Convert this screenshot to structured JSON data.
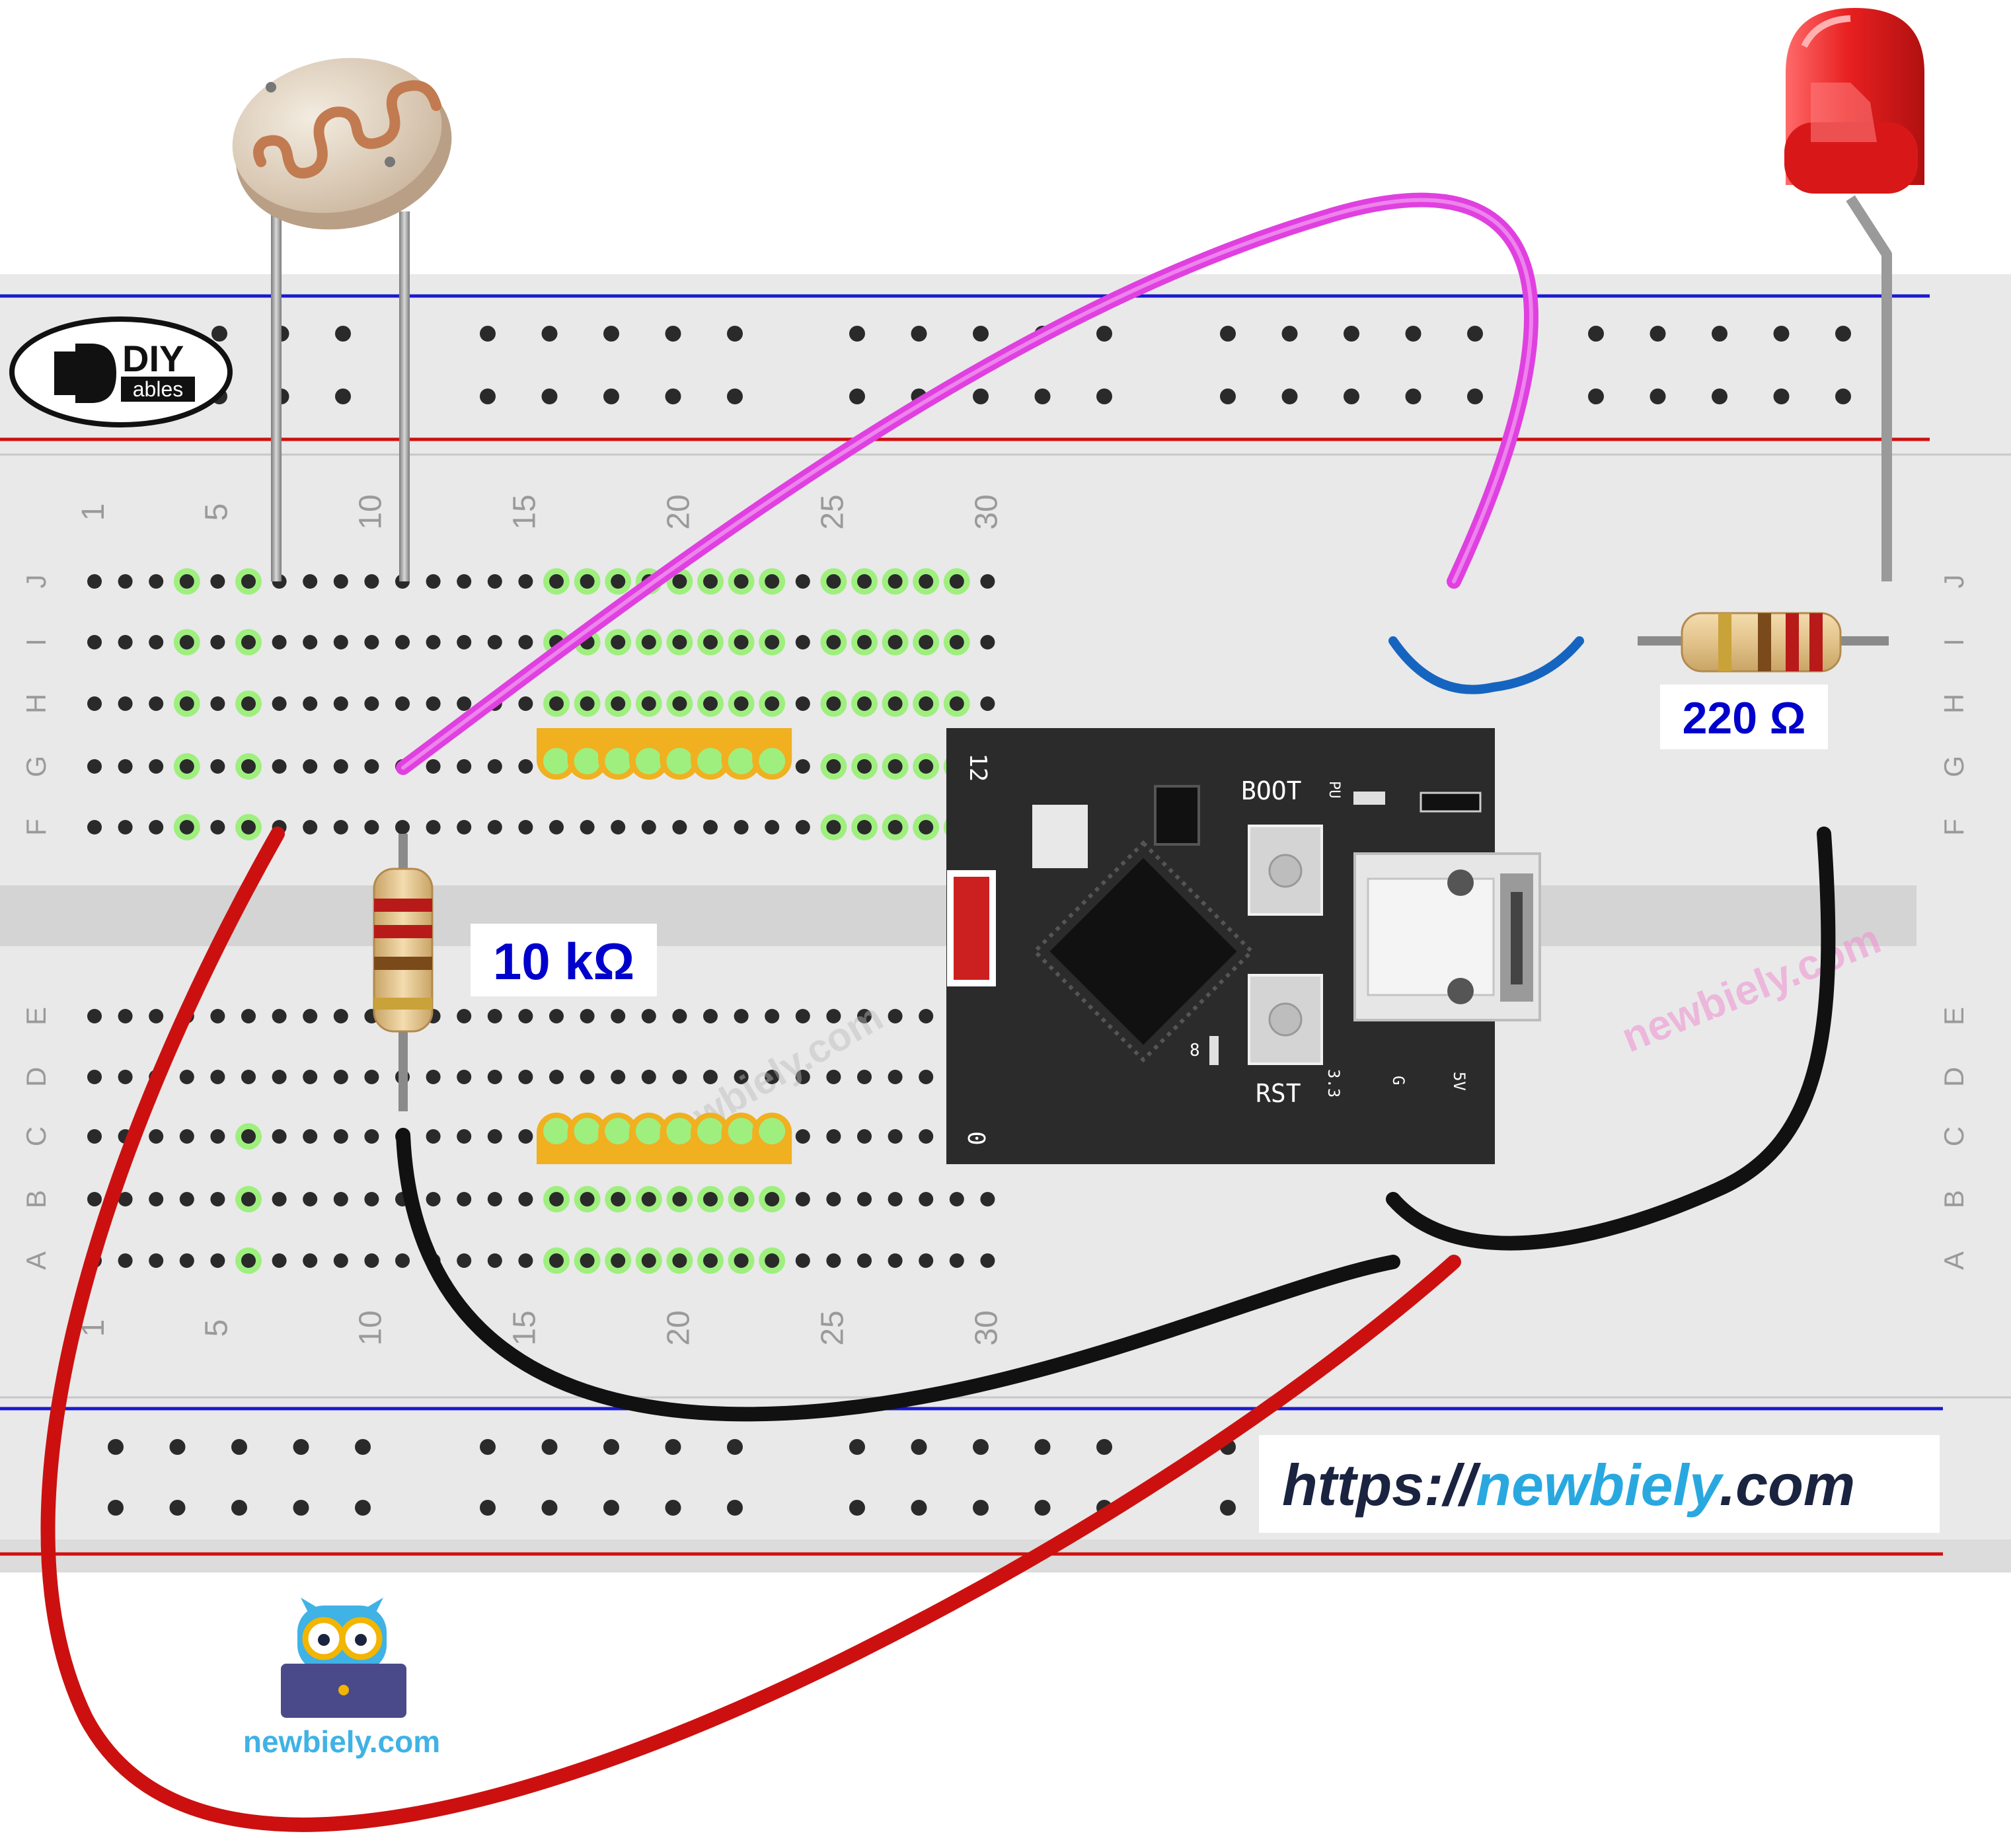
{
  "brand": {
    "diy_logo_text": "DIY",
    "diy_logo_sub": "ables",
    "watermark": "newbiely.com",
    "owl_caption": "newbiely.com"
  },
  "url_banner": {
    "prefix": "https://",
    "domain": "newbiely",
    "suffix": ".com"
  },
  "components": {
    "resistor_10k": {
      "label": "10 kΩ"
    },
    "resistor_220": {
      "label": "220 Ω"
    }
  },
  "breadboard": {
    "rows_top": [
      "J",
      "I",
      "H",
      "G",
      "F"
    ],
    "rows_bottom": [
      "E",
      "D",
      "C",
      "B",
      "A"
    ],
    "column_numbers": [
      "1",
      "5",
      "10",
      "15",
      "20",
      "25",
      "30"
    ]
  },
  "board": {
    "top_left_label": "12",
    "bottom_left_label": "0",
    "boot_label": "BOOT",
    "pu_label": "PU",
    "rst_label": "RST",
    "pin_3v3": "3.3",
    "pin_g": "G",
    "pin_5v": "5V",
    "smd_label": "8"
  },
  "colors": {
    "wire_magenta": "#e040e0",
    "wire_red": "#cc1010",
    "wire_black": "#111111",
    "wire_blue": "#1565c0",
    "rail_blue": "#1a1ad0",
    "rail_red": "#d01010",
    "hole_active": "#9fef7f",
    "pin_gold": "#f0b020",
    "led_red": "#e82020",
    "url_blue": "#29a8e0"
  }
}
